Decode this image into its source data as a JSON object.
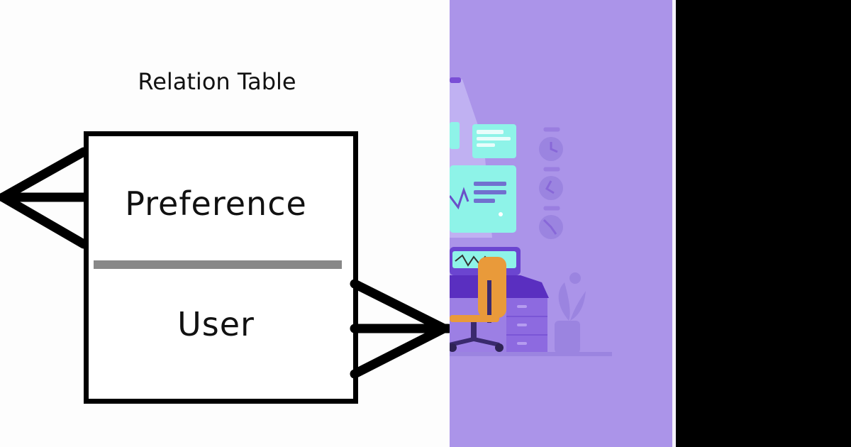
{
  "diagram": {
    "title": "Relation Table",
    "entity": {
      "top_label": "Preference",
      "bottom_label": "User"
    },
    "line_color": "#000000",
    "divider_color": "#888888"
  },
  "illustration": {
    "background_color": "#ab94e9",
    "subject": "office workspace with desk, chair, monitors, clocks and plant"
  }
}
